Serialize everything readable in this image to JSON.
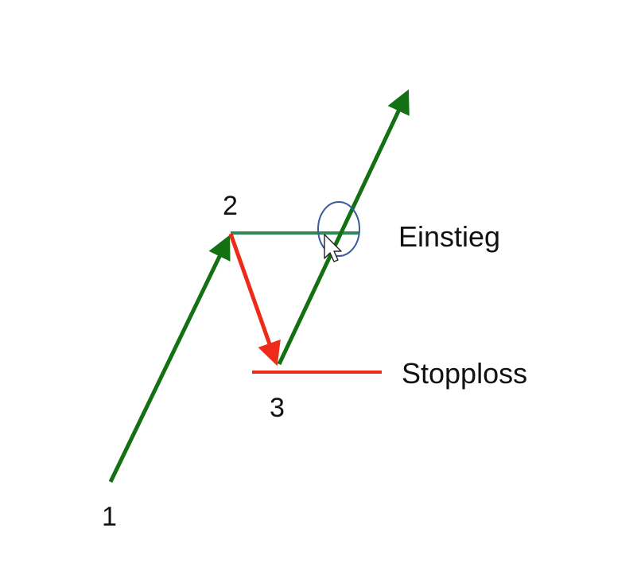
{
  "points": {
    "p1": "1",
    "p2": "2",
    "p3": "3"
  },
  "levels": {
    "entry_label": "Einstieg",
    "stop_label": "Stopploss"
  },
  "colors": {
    "up_trend": "#137013",
    "pullback": "#ee2b18",
    "entry_line": "#2e8b57",
    "stop_line": "#ee2b18",
    "highlight_circle": "#3b5a9a"
  }
}
